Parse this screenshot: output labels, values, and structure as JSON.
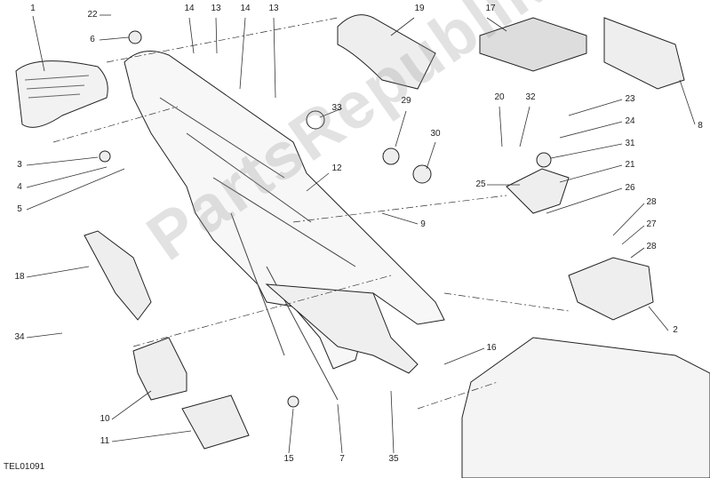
{
  "diagram_code": "TEL01091",
  "watermark": "PartsRepublik",
  "colors": {
    "line": "#222222",
    "part_fill": "#f2f2f2",
    "watermark": "#969696"
  },
  "callouts": [
    {
      "id": "c1",
      "text": "1"
    },
    {
      "id": "c22",
      "text": "22"
    },
    {
      "id": "c6",
      "text": "6"
    },
    {
      "id": "c14a",
      "text": "14"
    },
    {
      "id": "c13a",
      "text": "13"
    },
    {
      "id": "c14b",
      "text": "14"
    },
    {
      "id": "c13b",
      "text": "13"
    },
    {
      "id": "c19",
      "text": "19"
    },
    {
      "id": "c17",
      "text": "17"
    },
    {
      "id": "c8",
      "text": "8"
    },
    {
      "id": "c33",
      "text": "33"
    },
    {
      "id": "c29",
      "text": "29"
    },
    {
      "id": "c30",
      "text": "30"
    },
    {
      "id": "c20",
      "text": "20"
    },
    {
      "id": "c32",
      "text": "32"
    },
    {
      "id": "c23",
      "text": "23"
    },
    {
      "id": "c24",
      "text": "24"
    },
    {
      "id": "c31",
      "text": "31"
    },
    {
      "id": "c3",
      "text": "3"
    },
    {
      "id": "c4",
      "text": "4"
    },
    {
      "id": "c5",
      "text": "5"
    },
    {
      "id": "c12",
      "text": "12"
    },
    {
      "id": "c25",
      "text": "25"
    },
    {
      "id": "c21",
      "text": "21"
    },
    {
      "id": "c26",
      "text": "26"
    },
    {
      "id": "c28a",
      "text": "28"
    },
    {
      "id": "c27",
      "text": "27"
    },
    {
      "id": "c28b",
      "text": "28"
    },
    {
      "id": "c9",
      "text": "9"
    },
    {
      "id": "c18",
      "text": "18"
    },
    {
      "id": "c2",
      "text": "2"
    },
    {
      "id": "c34",
      "text": "34"
    },
    {
      "id": "c16",
      "text": "16"
    },
    {
      "id": "c10",
      "text": "10"
    },
    {
      "id": "c11",
      "text": "11"
    },
    {
      "id": "c15",
      "text": "15"
    },
    {
      "id": "c7",
      "text": "7"
    },
    {
      "id": "c35",
      "text": "35"
    }
  ]
}
